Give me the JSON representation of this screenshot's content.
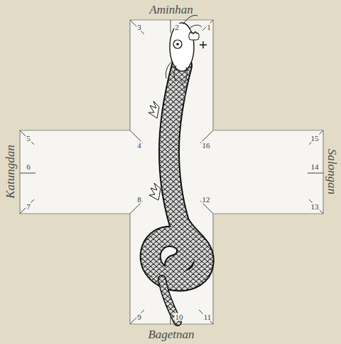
{
  "diagram": {
    "labels": [
      "Aminhan",
      "Katungdan",
      "Salongan",
      "Bagetnan",
      "1",
      "2",
      "3",
      "4",
      "5",
      "6",
      "7",
      "8",
      "9",
      "10",
      "11",
      "12",
      "13",
      "14",
      "15",
      "16"
    ]
  }
}
